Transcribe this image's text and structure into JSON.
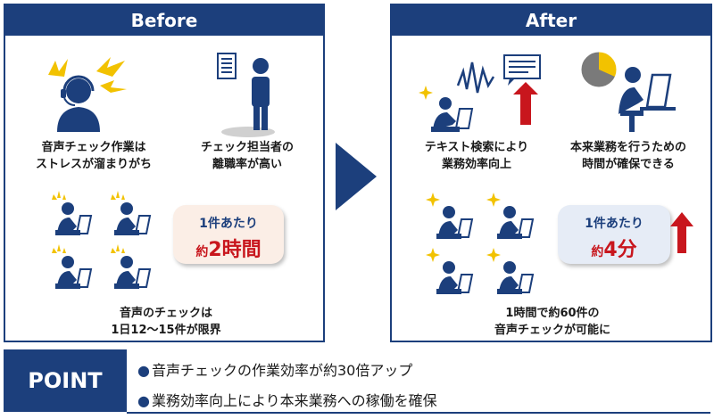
{
  "before": {
    "title": "Before",
    "caption1": [
      "音声チェック作業は",
      "ストレスが溜まりがち"
    ],
    "caption2": [
      "チェック担当者の",
      "離職率が高い"
    ],
    "bubble": {
      "line1": "1件あたり",
      "prefix": "約",
      "value": "2時間"
    },
    "caption3": [
      "音声のチェックは",
      "1日12～15件が限界"
    ]
  },
  "after": {
    "title": "After",
    "caption1": [
      "テキスト検索により",
      "業務効率向上"
    ],
    "caption2": [
      "本来業務を行うための",
      "時間が確保できる"
    ],
    "bubble": {
      "line1": "1件あたり",
      "prefix": "約",
      "value": "4分"
    },
    "caption3": [
      "1時間で約60件の",
      "音声チェックが可能に"
    ]
  },
  "point": {
    "label": "POINT",
    "items": [
      "音声チェックの作業効率が約30倍アップ",
      "業務効率向上により本来業務への稼働を確保"
    ]
  },
  "colors": {
    "navy": "#1c3f7c",
    "red": "#c8161d",
    "yellow": "#f2c200",
    "bubble_bg": "#fbeee6",
    "bubble_bg_after": "#e6ecf6"
  }
}
